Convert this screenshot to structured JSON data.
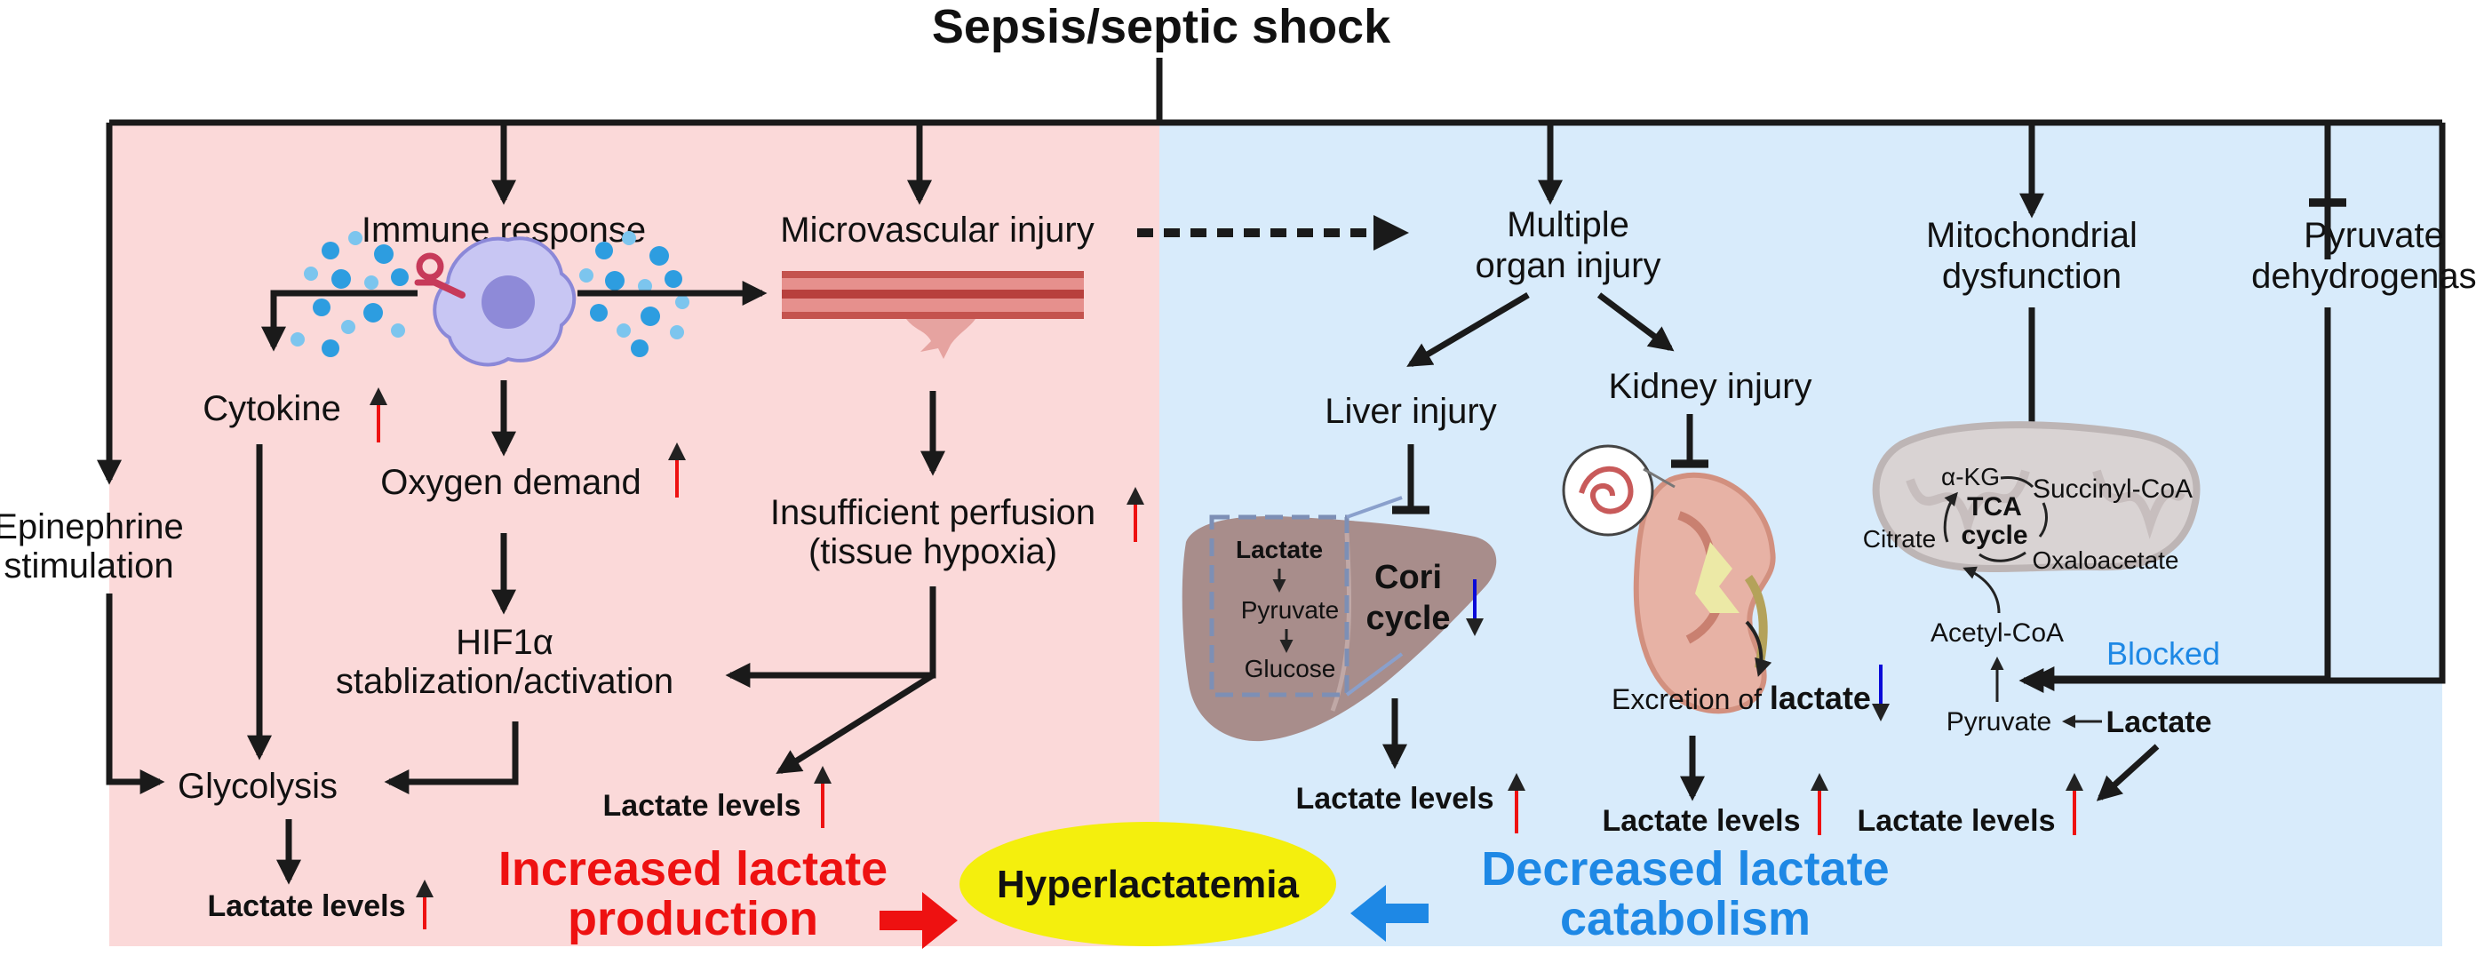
{
  "title": "Sepsis/septic shock",
  "left_panel": {
    "immune_response": "Immune response",
    "microvascular_injury": "Microvascular injury",
    "cytokine": "Cytokine",
    "oxygen_demand": "Oxygen demand",
    "epinephrine_line1": "Epinephrine",
    "epinephrine_line2": "stimulation",
    "insufficient_line1": "Insufficient perfusion",
    "insufficient_line2": "(tissue hypoxia)",
    "hif_line1": "HIF1α",
    "hif_line2": "stablization/activation",
    "glycolysis": "Glycolysis",
    "lactate_levels_1": "Lactate levels",
    "lactate_levels_2": "Lactate levels",
    "footer_line1": "Increased lactate",
    "footer_line2": "production"
  },
  "center": {
    "hyperlactatemia": "Hyperlactatemia"
  },
  "right_panel": {
    "multiple_line1": "Multiple",
    "multiple_line2": "organ injury",
    "liver_injury": "Liver injury",
    "kidney_injury": "Kidney injury",
    "liver_box": {
      "lactate": "Lactate",
      "pyruvate": "Pyruvate",
      "glucose": "Glucose"
    },
    "cori_line1": "Cori",
    "cori_line2": "cycle",
    "excretion_prefix": "Excretion of ",
    "excretion_bold": "lactate",
    "mito_line1": "Mitochondrial",
    "mito_line2": "dysfunction",
    "pdh_line1": "Pyruvate",
    "pdh_line2": "dehydrogenase",
    "tca": {
      "akg": "α-KG",
      "succinyl": "Succinyl-CoA",
      "citrate": "Citrate",
      "tca_line1": "TCA",
      "tca_line2": "cycle",
      "oxaloacetate": "Oxaloacetate",
      "acetyl": "Acetyl-CoA",
      "pyruvate": "Pyruvate",
      "lactate": "Lactate"
    },
    "blocked": "Blocked",
    "lactate_levels_3": "Lactate levels",
    "lactate_levels_4": "Lactate levels",
    "lactate_levels_5": "Lactate levels",
    "footer_line1": "Decreased lactate",
    "footer_line2": "catabolism"
  },
  "colors": {
    "left_bg": "#fbd9d9",
    "right_bg": "#d8ebfb",
    "increase_red": "#ee1111",
    "decrease_blue": "#0a0ad8",
    "catabolism_blue": "#1e88e5",
    "yellow": "#f4ef0d"
  }
}
